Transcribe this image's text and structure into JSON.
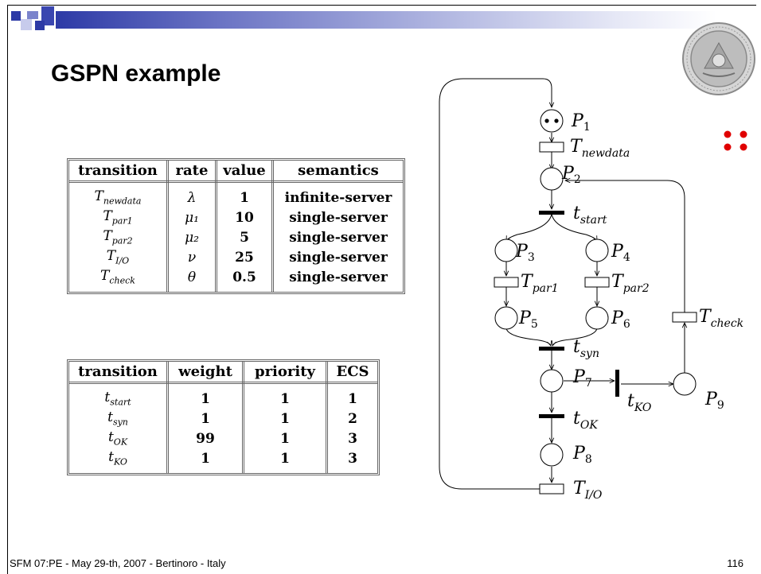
{
  "title": "GSPN example",
  "table1": {
    "headers": [
      "transition",
      "rate",
      "value",
      "semantics"
    ],
    "rows": [
      [
        "T_newdata",
        "λ",
        "1",
        "infinite-server"
      ],
      [
        "T_par1",
        "μ₁",
        "10",
        "single-server"
      ],
      [
        "T_par2",
        "μ₂",
        "5",
        "single-server"
      ],
      [
        "T_I/O",
        "ν",
        "25",
        "single-server"
      ],
      [
        "T_check",
        "θ",
        "0.5",
        "single-server"
      ]
    ]
  },
  "table2": {
    "headers": [
      "transition",
      "weight",
      "priority",
      "ECS"
    ],
    "rows": [
      [
        "t_start",
        "1",
        "1",
        "1"
      ],
      [
        "t_syn",
        "1",
        "1",
        "2"
      ],
      [
        "t_OK",
        "99",
        "1",
        "3"
      ],
      [
        "t_KO",
        "1",
        "1",
        "3"
      ]
    ]
  },
  "net": {
    "places": [
      "P1",
      "P2",
      "P3",
      "P4",
      "P5",
      "P6",
      "P7",
      "P8",
      "P9"
    ],
    "timed_transitions": [
      "T_newdata",
      "T_par1",
      "T_par2",
      "T_check",
      "T_I/O"
    ],
    "immediate_transitions": [
      "t_start",
      "t_syn",
      "t_OK",
      "t_KO"
    ],
    "initial_marking": {
      "P1": 2
    }
  },
  "footer": {
    "left": "SFM 07:PE - May 29-th, 2007 - Bertinoro - Italy",
    "page": "116"
  },
  "colors": {
    "accent": "#2d3aa6",
    "red_dots": "#e00000"
  }
}
